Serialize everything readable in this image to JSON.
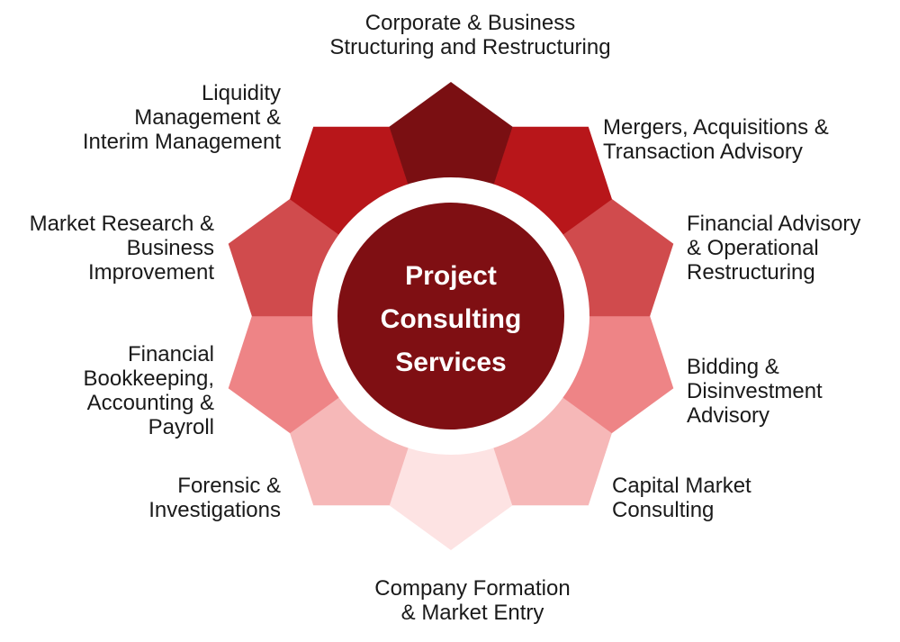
{
  "center": {
    "title": "Project\nConsulting\nServices"
  },
  "segments": [
    {
      "label": "Corporate & Business\nStructuring and Restructuring",
      "color": "#7a0f12"
    },
    {
      "label": "Mergers, Acquisitions &\nTransaction Advisory",
      "color": "#b8161a"
    },
    {
      "label": "Financial Advisory\n& Operational\nRestructuring",
      "color": "#d04b4d"
    },
    {
      "label": "Bidding &\nDisinvestment\nAdvisory",
      "color": "#ee8486"
    },
    {
      "label": "Capital Market\nConsulting",
      "color": "#f6b8b8"
    },
    {
      "label": "Company Formation\n& Market Entry",
      "color": "#fde3e3"
    },
    {
      "label": "Forensic &\nInvestigations",
      "color": "#f6b8b8"
    },
    {
      "label": "Financial\nBookkeeping,\nAccounting &\nPayroll",
      "color": "#ee8486"
    },
    {
      "label": "Market Research &\nBusiness\nImprovement",
      "color": "#d04b4d"
    },
    {
      "label": "Liquidity\nManagement &\nInterim Management",
      "color": "#b8161a"
    }
  ],
  "colors": {
    "ring": "#ffffff",
    "core": "#7f0f13"
  }
}
